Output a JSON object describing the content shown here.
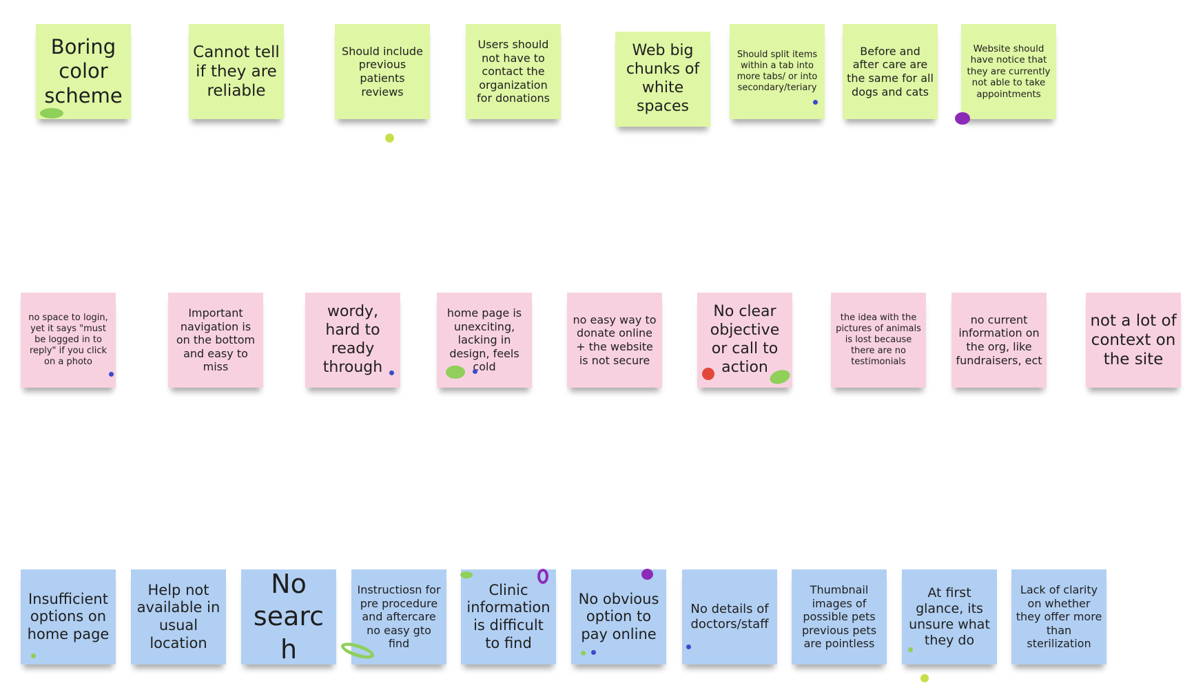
{
  "colors": {
    "green_note": "#dff6a4",
    "pink_note": "#f8d1e0",
    "blue_note": "#b1cff2",
    "vote_blue": "#3b4bc8",
    "vote_green": "#c6e04a",
    "vote_red": "#e2483a",
    "vote_purple": "#8b2bb8"
  },
  "notes": {
    "green": [
      "Boring color scheme",
      "Cannot tell if they are reliable",
      "Should include previous patients reviews",
      "Users should not have to contact the organization for donations",
      "Web big chunks of white spaces",
      "Should split items within a tab into more tabs/ or into secondary/teriary",
      "Before and after care are the same for all dogs and cats",
      "Website should have notice that they are currently not able to take appointments"
    ],
    "pink": [
      "no space to login,  yet  it says \"must be logged in to reply\" if you click on a photo",
      "Important navigation is on the bottom and easy to miss",
      "wordy, hard to ready through",
      "home page is unexciting, lacking in design, feels cold",
      "no easy way to donate online + the website is not secure",
      "No clear objective or call to action",
      "the idea with the pictures of animals is lost because there are no testimonials",
      "no current information on the org, like fundraisers, ect",
      "not a lot of context on the site"
    ],
    "blue": [
      "Insufficient options on home page",
      "Help not available in usual location",
      "No search",
      "Instructiosn for pre procedure and aftercare no easy gto find",
      "Clinic information is difficult to find",
      "No obvious option to pay online",
      "No details of doctors/staff",
      "Thumbnail images of possible pets previous pets are pointless",
      "At first glance, its unsure what they do",
      "Lack of clarity on whether they offer more than sterilization"
    ]
  }
}
